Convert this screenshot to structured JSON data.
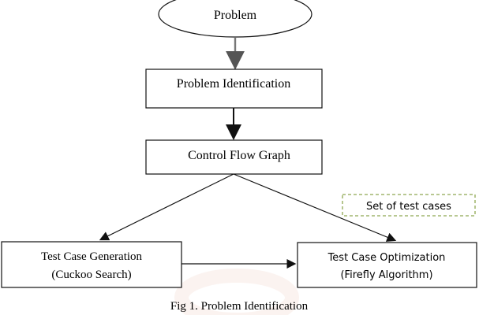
{
  "nodes": {
    "problem": "Problem",
    "problem_identification": "Problem Identification",
    "control_flow_graph": "Control Flow Graph",
    "test_case_generation": {
      "line1": "Test Case  Generation",
      "line2": "(Cuckoo Search)"
    },
    "test_case_optimization": {
      "line1": "Test Case Optimization",
      "line2": "(Firefly Algorithm)"
    }
  },
  "annotation": {
    "set_of_test_cases": "Set of test cases"
  },
  "caption": "Fig 1. Problem Identification",
  "colors": {
    "stroke": "#111111",
    "arrow_top": "#777777",
    "dashed_box": "#8ea852",
    "watermark": "#cc6a3a"
  }
}
